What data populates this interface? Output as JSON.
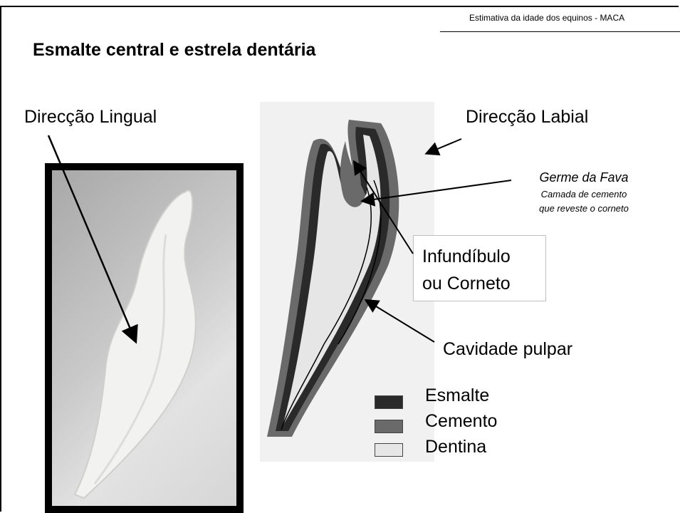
{
  "header": {
    "running_title": "Estimativa da idade dos equinos  -  MACA"
  },
  "title": "Esmalte central e estrela dentária",
  "labels": {
    "lingual": "Direcção Lingual",
    "labial": "Direcção Labial",
    "germe_title": "Germe da Fava",
    "germe_line1": "Camada de cemento",
    "germe_line2": "que reveste o corneto",
    "infundibulo_line1": "Infundíbulo",
    "infundibulo_line2": "ou Corneto",
    "cavidade": "Cavidade pulpar"
  },
  "legend": [
    {
      "label": "Esmalte",
      "color": "#2a2a2a"
    },
    {
      "label": "Cemento",
      "color": "#6a6a6a"
    },
    {
      "label": "Dentina",
      "color": "#e6e6e6"
    }
  ]
}
